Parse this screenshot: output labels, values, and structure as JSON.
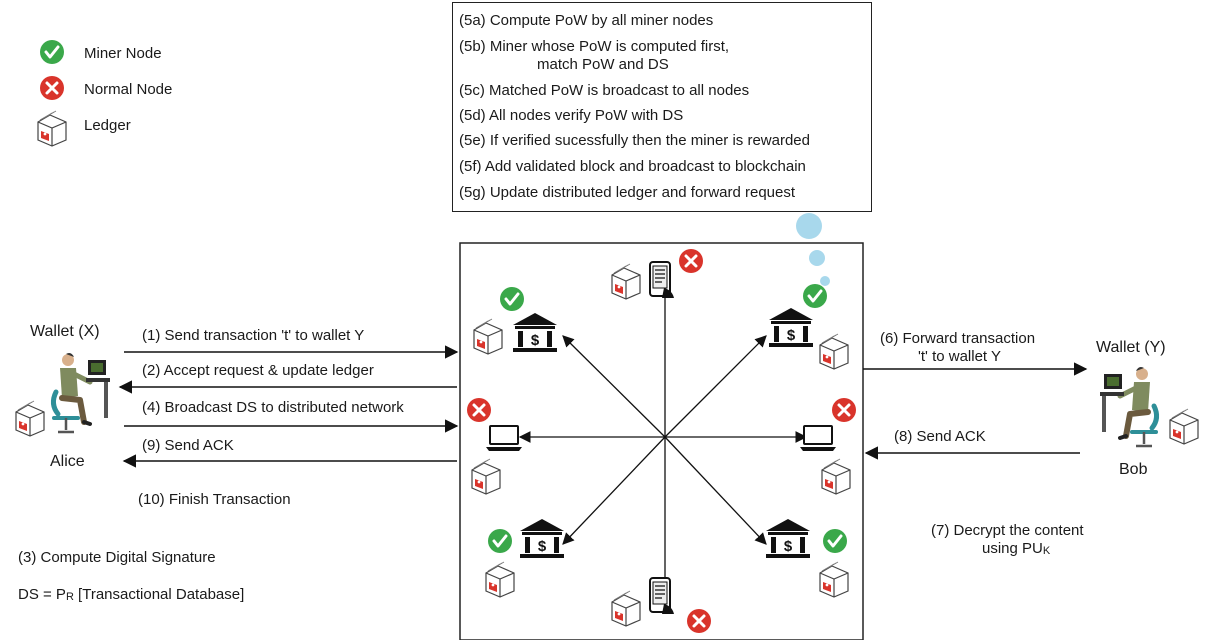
{
  "legend": {
    "miner": "Miner Node",
    "normal": "Normal Node",
    "ledger": "Ledger"
  },
  "steps_box": {
    "s5a": "(5a) Compute PoW by all miner nodes",
    "s5b_1": "(5b) Miner whose PoW is computed first,",
    "s5b_2": "match PoW and DS",
    "s5c": "(5c) Matched PoW is broadcast to all nodes",
    "s5d": "(5d) All nodes verify PoW with DS",
    "s5e": "(5e) If verified sucessfully then the miner is rewarded",
    "s5f": "(5f) Add validated block and broadcast to blockchain",
    "s5g": "(5g) Update distributed ledger and forward request"
  },
  "alice": {
    "wallet": "Wallet (X)",
    "name": "Alice"
  },
  "bob": {
    "wallet": "Wallet (Y)",
    "name": "Bob"
  },
  "flow": {
    "s1": "(1) Send transaction 't' to wallet Y",
    "s2": "(2) Accept request & update ledger",
    "s4": "(4) Broadcast DS to distributed network",
    "s9": "(9) Send ACK",
    "s10": "(10) Finish Transaction",
    "s3": "(3) Compute Digital Signature",
    "ds_prefix": "DS = P",
    "ds_sub": "R",
    "ds_suffix": " [Transactional Database]",
    "s6_1": "(6) Forward transaction",
    "s6_2": "'t' to wallet Y",
    "s8": "(8) Send ACK",
    "s7_1": "(7) Decrypt the content",
    "s7_2_prefix": "using PU",
    "s7_2_sub": "K"
  },
  "colors": {
    "miner_check": "#3aa84a",
    "normal_cross": "#d9342b",
    "bubble": "#a8d8ec",
    "ledger_red": "#d9342b"
  }
}
